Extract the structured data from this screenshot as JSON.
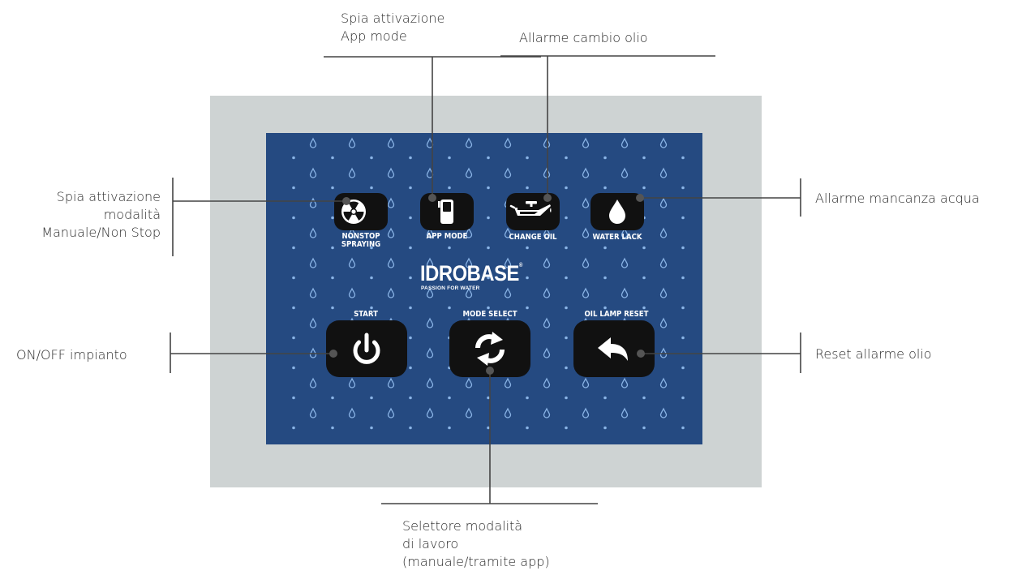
{
  "callouts": {
    "app_mode": "Spia attivazione\nApp mode",
    "oil_alarm": "Allarme cambio olio",
    "nonstop": "Spia attivazione\nmodalità\nManuale/Non Stop",
    "water_alarm": "Allarme mancanza acqua",
    "onoff": "ON/OFF impianto",
    "oil_reset": "Reset allarme olio",
    "mode_selector": "Selettore modalità\ndi lavoro\n(manuale/tramite app)"
  },
  "panel": {
    "logo": "IDROBASE",
    "logo_mark": "®",
    "tagline": "PASSION FOR WATER",
    "indicators": [
      {
        "label": "NONSTOP\nSPRAYING",
        "icon": "radiation-icon"
      },
      {
        "label": "APP MODE",
        "icon": "phone-icon"
      },
      {
        "label": "CHANGE OIL",
        "icon": "oil-can-icon"
      },
      {
        "label": "WATER LACK",
        "icon": "water-drop-icon"
      }
    ],
    "buttons": [
      {
        "label": "START",
        "icon": "power-icon"
      },
      {
        "label": "MODE SELECT",
        "icon": "cycle-arrows-icon"
      },
      {
        "label": "OIL LAMP RESET",
        "icon": "undo-arrow-icon"
      }
    ]
  },
  "colors": {
    "panel_blue": "#254a81",
    "frame_gray": "#ced3d3",
    "button_black": "#111111",
    "drop_blue": "#8ab4e6",
    "leader_line": "#444444"
  }
}
